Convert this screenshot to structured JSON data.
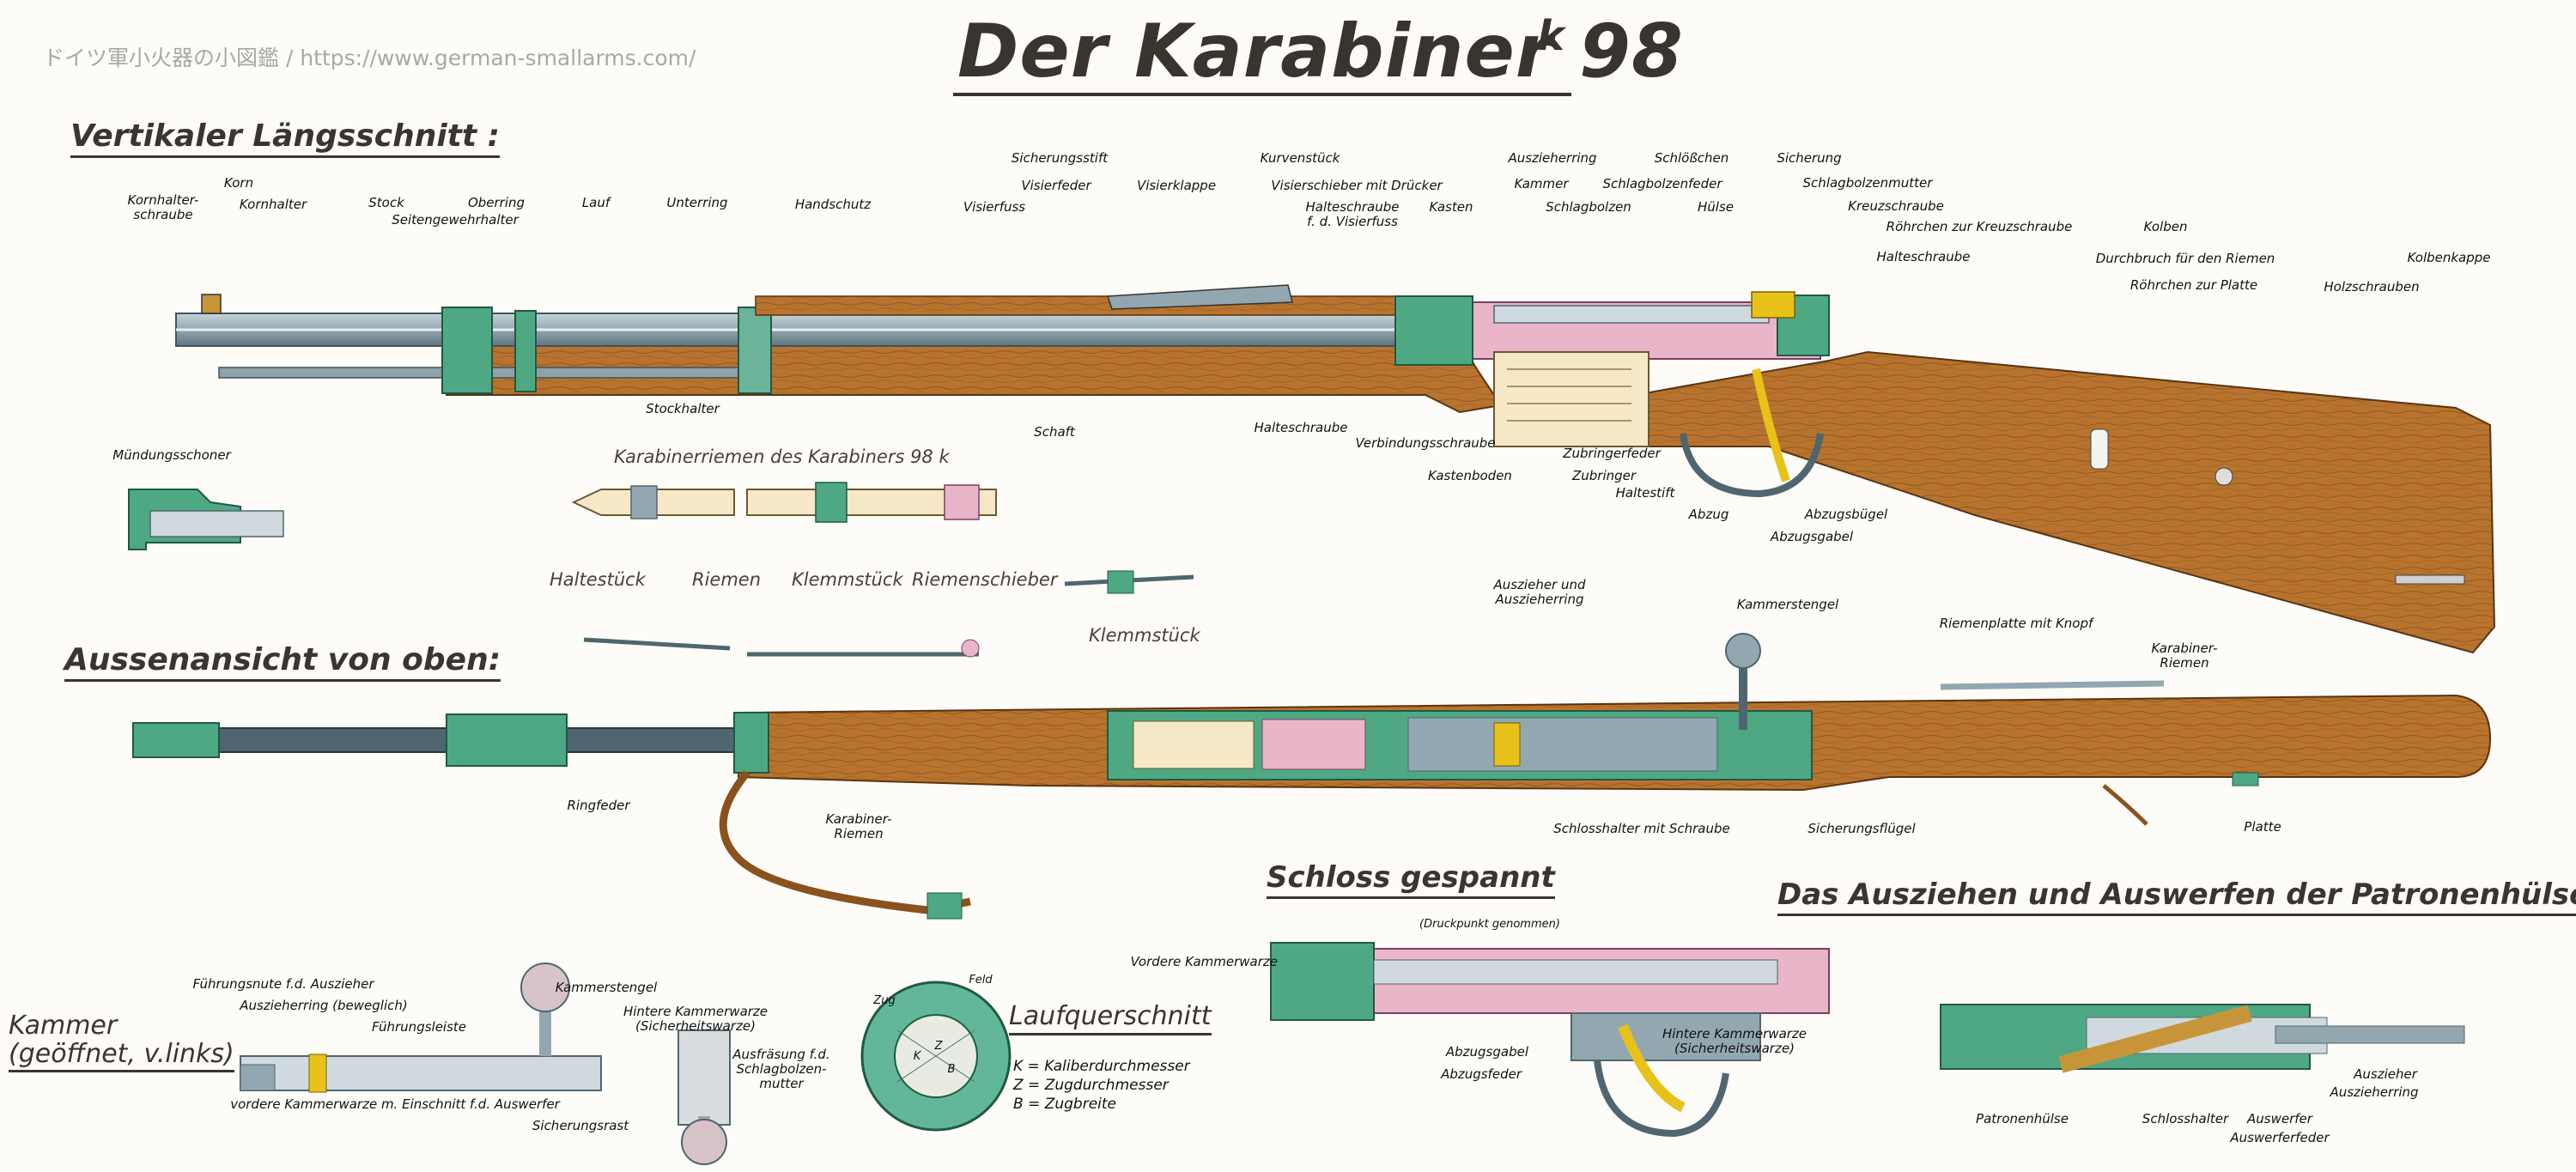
{
  "watermark": "ドイツ軍小火器の小図鑑 / https://www.german-smallarms.com/",
  "title": {
    "main": "Der Karabiner 98",
    "sup": "k"
  },
  "sections": {
    "laengsschnitt": "Vertikaler Längsschnitt :",
    "aussen": "Aussenansicht von oben:",
    "schloss": "Schloss gespannt",
    "schloss_sub": "(Druckpunkt genommen)",
    "ausziehen": "Das Ausziehen und Auswerfen der Patronenhülse:",
    "kammer": "Kammer\n(geöffnet, v.links)",
    "laufquerschnitt": "Laufquerschnitt",
    "riemen_title": "Karabinerriemen des Karabiners 98 k"
  },
  "labels": {
    "kornhalterschraube": "Kornhalter-\nschraube",
    "korn": "Korn",
    "kornhalter": "Kornhalter",
    "stock": "Stock",
    "seitengewehrhalter": "Seitengewehrhalter",
    "oberring": "Oberring",
    "lauf": "Lauf",
    "unterring": "Unterring",
    "handschutz": "Handschutz",
    "stockhalter": "Stockhalter",
    "schaft": "Schaft",
    "sicherungsstift": "Sicherungsstift",
    "visierfeder": "Visierfeder",
    "visierklappe": "Visierklappe",
    "visierfuss": "Visierfuss",
    "kurvenstueck": "Kurvenstück",
    "visierschieber": "Visierschieber mit Drücker",
    "halteschraube_visierfuss": "Halteschraube\nf. d. Visierfuss",
    "kasten": "Kasten",
    "auszieherring": "Auszieherring",
    "kammer": "Kammer",
    "schlagbolzen": "Schlagbolzen",
    "schlagbolzenfeder": "Schlagbolzenfeder",
    "schloesschen": "Schlößchen",
    "huelse": "Hülse",
    "sicherung": "Sicherung",
    "schlagbolzenmutter": "Schlagbolzenmutter",
    "kreuzschraube": "Kreuzschraube",
    "roehrchen_kreuzschraube": "Röhrchen zur Kreuzschraube",
    "halteschraube_top": "Halteschraube",
    "kolben": "Kolben",
    "durchbruch": "Durchbruch für den Riemen",
    "roehrchen_platte": "Röhrchen zur Platte",
    "kolbenkappe": "Kolbenkappe",
    "holzschrauben": "Holzschrauben",
    "halteschraube_low": "Halteschraube",
    "verbindungsschraube": "Verbindungsschraube",
    "kastenboden": "Kastenboden",
    "zubringerfeder": "Zubringerfeder",
    "zubringer": "Zubringer",
    "haltestift": "Haltestift",
    "abzug": "Abzug",
    "abzugsbuegel": "Abzugsbügel",
    "abzugsgabel": "Abzugsgabel",
    "muendungsschoner": "Mündungsschoner",
    "haltestueck": "Haltestück",
    "riemen": "Riemen",
    "klemmstueck": "Klemmstück",
    "riemenschieber": "Riemenschieber",
    "klemmstueck2": "Klemmstück",
    "auszieher_und": "Auszieher und\nAuszieherring",
    "kammerstengel_top": "Kammerstengel",
    "riemenplatte": "Riemenplatte mit Knopf",
    "karabinerriemen_r": "Karabiner-\nRiemen",
    "ringfeder": "Ringfeder",
    "karabinerriemen_l": "Karabiner-\nRiemen",
    "schlosshalter_schraube": "Schlosshalter mit Schraube",
    "sicherungsfluegel": "Sicherungsflügel",
    "platte": "Platte",
    "fuehrungsnute": "Führungsnute f.d. Auszieher",
    "auszieherring_bew": "Auszieherring (beweglich)",
    "fuehrungsleiste": "Führungsleiste",
    "kammerstengel_k": "Kammerstengel",
    "vordere_kammerwarze_k": "vordere Kammerwarze m. Einschnitt f.d. Auswerfer",
    "sicherungsrast": "Sicherungsrast",
    "hintere_kammerwarze_k": "Hintere Kammerwarze\n(Sicherheitswarze)",
    "ausfraesung": "Ausfräsung f.d.\nSchlagbolzen-\nmutter",
    "zug": "Zug",
    "feld": "Feld",
    "vordere_kammerwarze_s": "Vordere Kammerwarze",
    "abzugsgabel_s": "Abzugsgabel",
    "abzugsfeder_s": "Abzugsfeder",
    "hintere_kammerwarze_s": "Hintere Kammerwarze\n(Sicherheitswarze)",
    "patronenhuelse": "Patronenhülse",
    "schlosshalter": "Schlosshalter",
    "auswerfer": "Auswerfer",
    "auswerferfeder": "Auswerferfeder",
    "auszieher": "Auszieher",
    "auszieherring_a": "Auszieherring"
  },
  "legend": {
    "k": "K = Kaliberdurchmesser",
    "z": "Z = Zugdurchmesser",
    "b": "B = Zugbreite"
  },
  "cross_letters": {
    "k": "K",
    "z": "Z",
    "b": "B"
  },
  "colors": {
    "wood": "#b8742e",
    "wood_dark": "#8a521c",
    "steel": "#93a7b0",
    "steel_dark": "#4f6670",
    "green": "#4fa884",
    "pink": "#e9b5c8",
    "yellow": "#e8c21a",
    "cream": "#f6e8c6",
    "ink": "#3a342e"
  }
}
